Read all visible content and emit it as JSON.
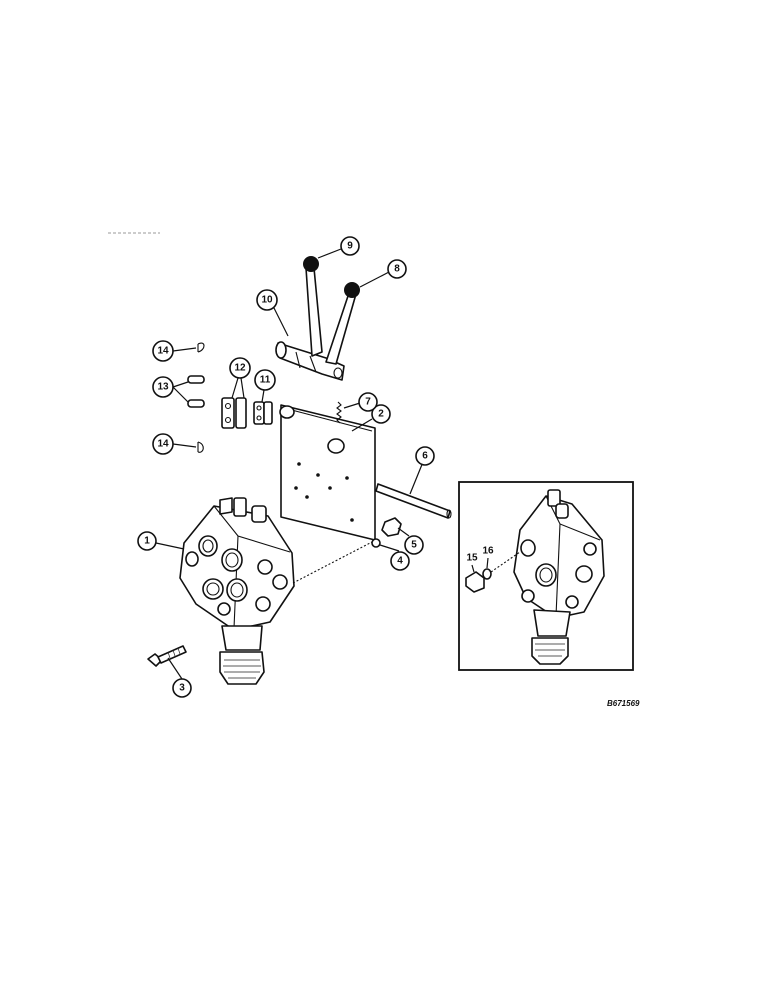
{
  "drawing": {
    "reference_number": "B671569",
    "callouts": [
      {
        "id": "c1",
        "label": "1"
      },
      {
        "id": "c2",
        "label": "2"
      },
      {
        "id": "c3",
        "label": "3"
      },
      {
        "id": "c4",
        "label": "4"
      },
      {
        "id": "c5",
        "label": "5"
      },
      {
        "id": "c6",
        "label": "6"
      },
      {
        "id": "c7",
        "label": "7"
      },
      {
        "id": "c8",
        "label": "8"
      },
      {
        "id": "c9",
        "label": "9"
      },
      {
        "id": "c10",
        "label": "10"
      },
      {
        "id": "c11",
        "label": "11"
      },
      {
        "id": "c12",
        "label": "12"
      },
      {
        "id": "c13",
        "label": "13"
      },
      {
        "id": "c14a",
        "label": "14"
      },
      {
        "id": "c14b",
        "label": "14"
      }
    ],
    "inset": {
      "callouts": [
        {
          "id": "c15",
          "label": "15"
        },
        {
          "id": "c16",
          "label": "16"
        }
      ]
    }
  }
}
